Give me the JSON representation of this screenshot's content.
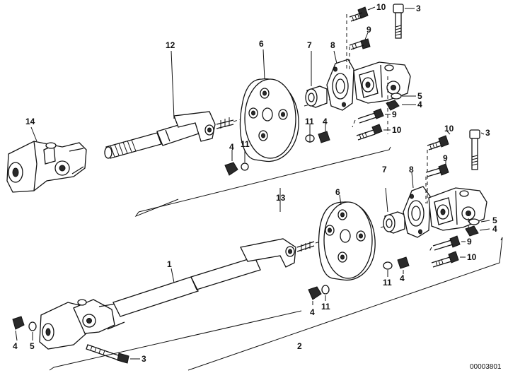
{
  "labels": {
    "l1": "1",
    "l2": "2",
    "l3a": "3",
    "l3b": "3",
    "l3c": "3",
    "l4a": "4",
    "l4b": "4",
    "l4c": "4",
    "l4d": "4",
    "l4e": "4",
    "l4f": "4",
    "l4g": "4",
    "l5a": "5",
    "l5b": "5",
    "l5c": "5",
    "l6a": "6",
    "l6b": "6",
    "l7a": "7",
    "l7b": "7",
    "l8a": "8",
    "l8b": "8",
    "l9a": "9",
    "l9b": "9",
    "l9c": "9",
    "l9d": "9",
    "l10a": "10",
    "l10b": "10",
    "l10c": "10",
    "l10d": "10",
    "l11a": "11",
    "l11b": "11",
    "l11c": "11",
    "l11d": "11",
    "l12": "12",
    "l13": "13",
    "l14": "14"
  },
  "reference": "00003801"
}
